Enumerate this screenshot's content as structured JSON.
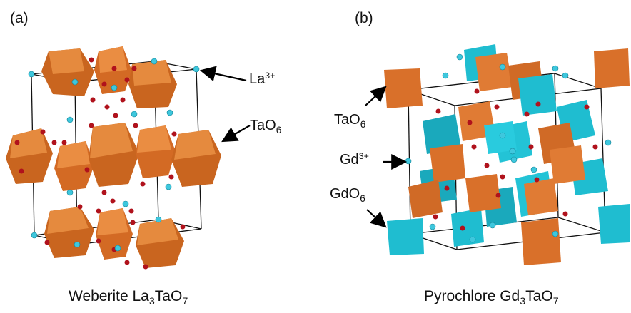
{
  "panel_a": {
    "letter": "(a)",
    "caption": {
      "prefix": "Weberite La",
      "sub1": "3",
      "mid": "TaO",
      "sub2": "7"
    },
    "labels": {
      "la": {
        "base": "La",
        "sup": "3+"
      },
      "tao6": {
        "base": "TaO",
        "sub": "6"
      }
    }
  },
  "panel_b": {
    "letter": "(b)",
    "caption": {
      "prefix": "Pyrochlore Gd",
      "sub1": "3",
      "mid": "TaO",
      "sub2": "7"
    },
    "labels": {
      "tao6": {
        "base": "TaO",
        "sub": "6"
      },
      "gd": {
        "base": "Gd",
        "sup": "3+"
      },
      "gdo6": {
        "base": "GdO",
        "sub": "6"
      }
    }
  },
  "colors": {
    "tao6": "#d9702a",
    "gdo6": "#1fbdd0",
    "oxygen": "#b0121c",
    "cation": "#3ec7dd",
    "cell_edge": "#111111"
  }
}
